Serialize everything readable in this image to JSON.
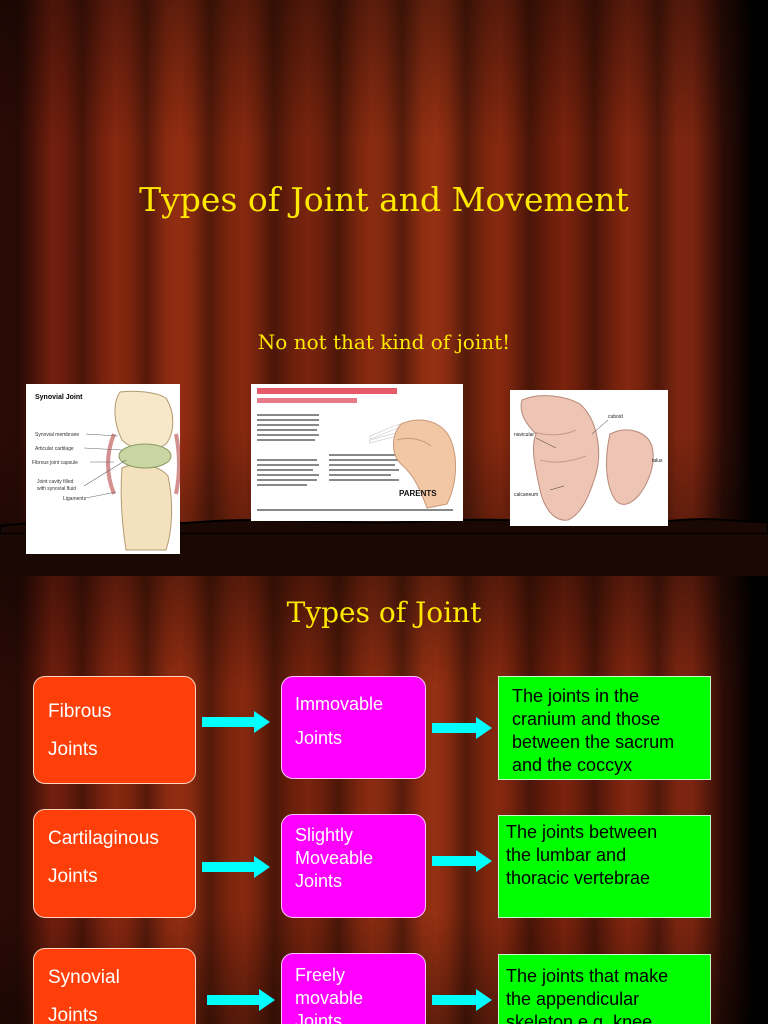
{
  "slide1": {
    "title": "Types of Joint and Movement",
    "subtitle": "No not that kind of joint!",
    "images": [
      {
        "icon": "synovial-joint-diagram",
        "heading": "Synovial Joint",
        "labels": [
          "Synovial membrane",
          "Articular cartilage",
          "Fibrous joint capsule",
          "Joint cavity filled",
          "with synovial fluid",
          "Ligaments"
        ]
      },
      {
        "icon": "cigarette-hand-photo",
        "tag": "PARENTS"
      },
      {
        "icon": "foot-bones-photo",
        "labels": [
          "cuboid",
          "navicular",
          "talus",
          "calcaneum"
        ]
      }
    ]
  },
  "slide2": {
    "title": "Types of Joint",
    "colors": {
      "type": "#ff3f0a",
      "mobility": "#ff00ff",
      "example": "#00ff00",
      "arrow": "#00ffff",
      "title": "#ffe800"
    },
    "rows": [
      {
        "type": [
          "Fibrous",
          "Joints"
        ],
        "mobility": [
          "Immovable",
          "Joints"
        ],
        "example": [
          "The joints in the",
          "cranium and those",
          "between the sacrum",
          "and the coccyx"
        ]
      },
      {
        "type": [
          "Cartilaginous",
          "Joints"
        ],
        "mobility": [
          "Slightly",
          "Moveable",
          "Joints"
        ],
        "example": [
          "The joints between",
          "the lumbar and",
          "thoracic vertebrae"
        ]
      },
      {
        "type": [
          "Synovial",
          "Joints"
        ],
        "mobility": [
          "Freely",
          "movable",
          "Joints"
        ],
        "example": [
          "The joints that make",
          "the appendicular",
          "skeleton e.g. knee"
        ]
      }
    ]
  }
}
